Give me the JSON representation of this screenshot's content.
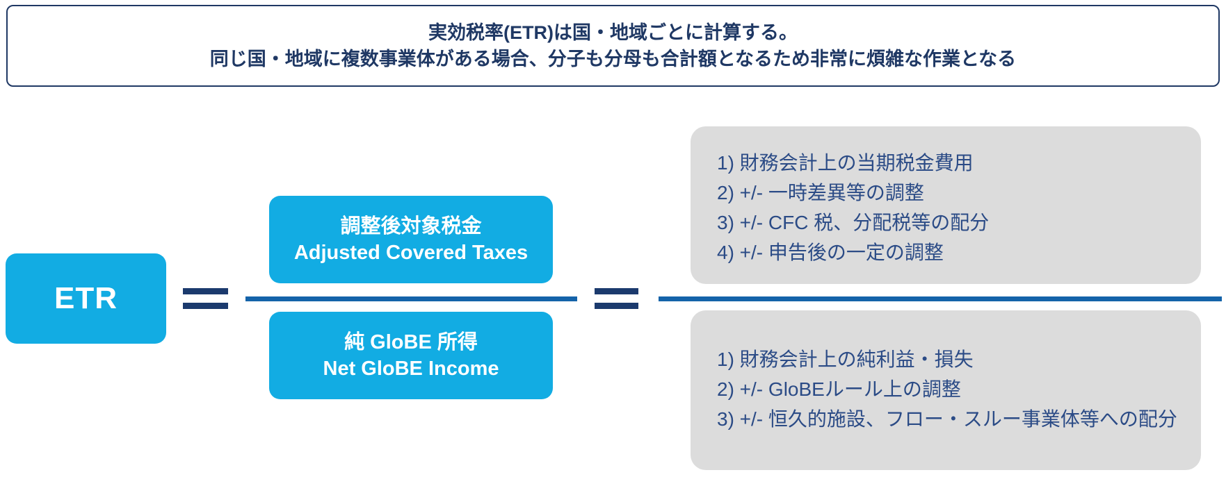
{
  "header": {
    "line1": "実効税率(ETR)は国・地域ごとに計算する。",
    "line2": "同じ国・地域に複数事業体がある場合、分子も分母も合計額となるため非常に煩雑な作業となる"
  },
  "formula": {
    "etr_label": "ETR",
    "equals_symbol": "=",
    "numerator": {
      "jp": "調整後対象税金",
      "en": "Adjusted Covered Taxes"
    },
    "denominator": {
      "jp": "純 GloBE 所得",
      "en": "Net GloBE Income"
    }
  },
  "numerator_details": {
    "items": [
      "1) 財務会計上の当期税金費用",
      "2) +/- 一時差異等の調整",
      "3) +/- CFC 税、分配税等の配分",
      "4) +/- 申告後の一定の調整"
    ]
  },
  "denominator_details": {
    "items": [
      "1) 財務会計上の純利益・損失",
      "2) +/- GloBEルール上の調整",
      "3) +/- 恒久的施設、フロー・スルー事業体等への配分"
    ]
  },
  "colors": {
    "cyan": "#12ACE3",
    "navy_text": "#1F3864",
    "list_text": "#2B4B86",
    "equals_navy": "#1B3A6D",
    "fraction_line_blue": "#1463A9",
    "gray_box": "#DCDCDC"
  }
}
